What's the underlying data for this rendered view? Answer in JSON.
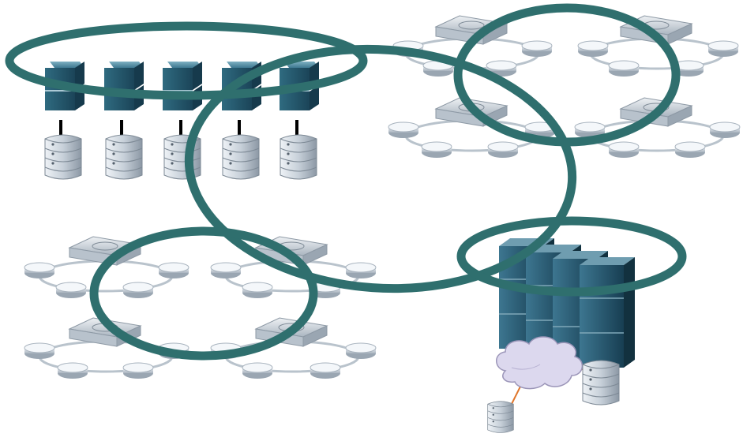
{
  "diagram": {
    "colors": {
      "background": "#ffffff",
      "ring": "#2f6f6e",
      "server_dark": "#1f4f63",
      "server_mid": "#2f6b80",
      "server_light": "#5f95a8",
      "disk_light": "#c9d2db",
      "disk_dark": "#7f8c99",
      "hub": "#cfd6de",
      "hub_dark": "#97a3af",
      "cable": "#b9c3cc",
      "link": "#e0762a",
      "cloud": "#dcd8ee",
      "cloud_edge": "#9b95b8"
    },
    "icons": {
      "server": "rack-server-icon",
      "disk": "storage-disk-icon",
      "hub": "network-hub-icon",
      "node": "workstation-node-icon",
      "cloud": "network-cloud-icon",
      "mainframe": "mainframe-cluster-icon"
    },
    "groups": [
      {
        "id": "server-farm",
        "servers": 5
      },
      {
        "id": "lan-cluster-top-right",
        "lans": 4
      },
      {
        "id": "lan-cluster-bottom-left",
        "lans": 4
      },
      {
        "id": "mainframe-cloud",
        "mainframes": 4,
        "disks": 2
      }
    ],
    "rings": 5
  }
}
